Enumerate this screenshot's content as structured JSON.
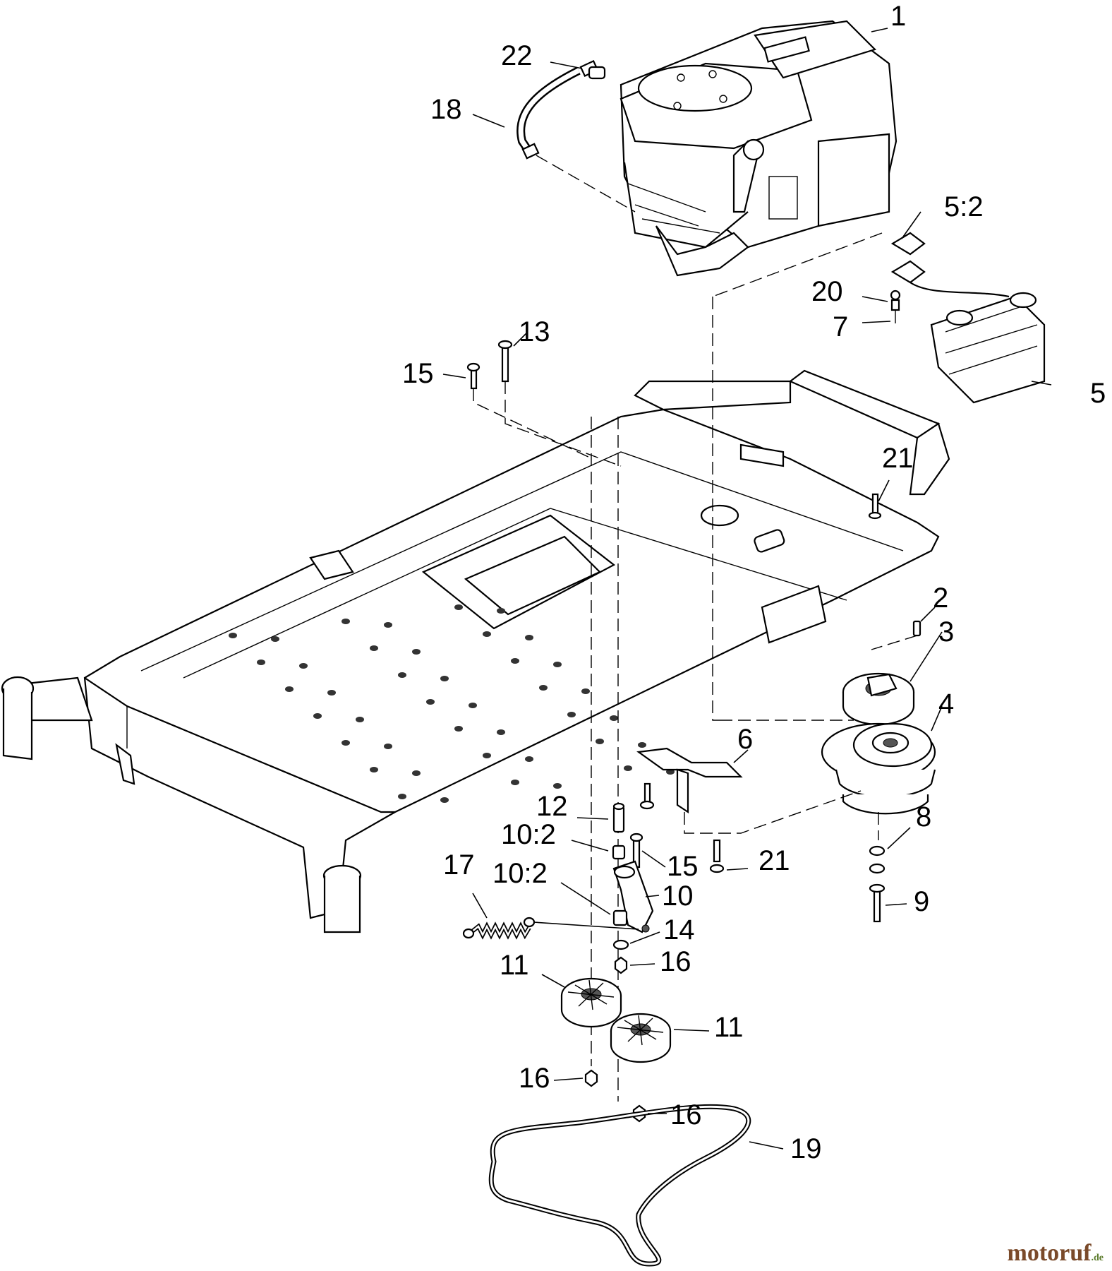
{
  "callouts": [
    {
      "id": "c1",
      "text": "1"
    },
    {
      "id": "c22",
      "text": "22"
    },
    {
      "id": "c18",
      "text": "18"
    },
    {
      "id": "c5-2",
      "text": "5:2"
    },
    {
      "id": "c20",
      "text": "20"
    },
    {
      "id": "c7",
      "text": "7"
    },
    {
      "id": "c5",
      "text": "5"
    },
    {
      "id": "c13",
      "text": "13"
    },
    {
      "id": "c15a",
      "text": "15"
    },
    {
      "id": "c21a",
      "text": "21"
    },
    {
      "id": "c2",
      "text": "2"
    },
    {
      "id": "c3",
      "text": "3"
    },
    {
      "id": "c4",
      "text": "4"
    },
    {
      "id": "c6",
      "text": "6"
    },
    {
      "id": "c12",
      "text": "12"
    },
    {
      "id": "c10-2a",
      "text": "10:2"
    },
    {
      "id": "c15b",
      "text": "15"
    },
    {
      "id": "c21b",
      "text": "21"
    },
    {
      "id": "c8",
      "text": "8"
    },
    {
      "id": "c17",
      "text": "17"
    },
    {
      "id": "c10-2b",
      "text": "10:2"
    },
    {
      "id": "c10",
      "text": "10"
    },
    {
      "id": "c9",
      "text": "9"
    },
    {
      "id": "c14",
      "text": "14"
    },
    {
      "id": "c16a",
      "text": "16"
    },
    {
      "id": "c11a",
      "text": "11"
    },
    {
      "id": "c11b",
      "text": "11"
    },
    {
      "id": "c16b",
      "text": "16"
    },
    {
      "id": "c16c",
      "text": "16"
    },
    {
      "id": "c19",
      "text": "19"
    }
  ],
  "watermark": {
    "brand": "motoruf",
    "suffix": ".de"
  }
}
